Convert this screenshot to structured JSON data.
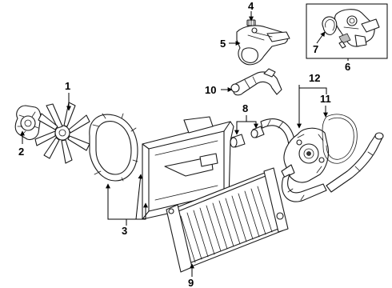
{
  "callouts": {
    "c1": "1",
    "c2": "2",
    "c3": "3",
    "c4": "4",
    "c5": "5",
    "c6": "6",
    "c7": "7",
    "c8": "8",
    "c9": "9",
    "c10": "10",
    "c11": "11",
    "c12": "12"
  },
  "colors": {
    "line": "#1a1a1a",
    "shade": "#bdbdbd",
    "background": "#ffffff"
  }
}
